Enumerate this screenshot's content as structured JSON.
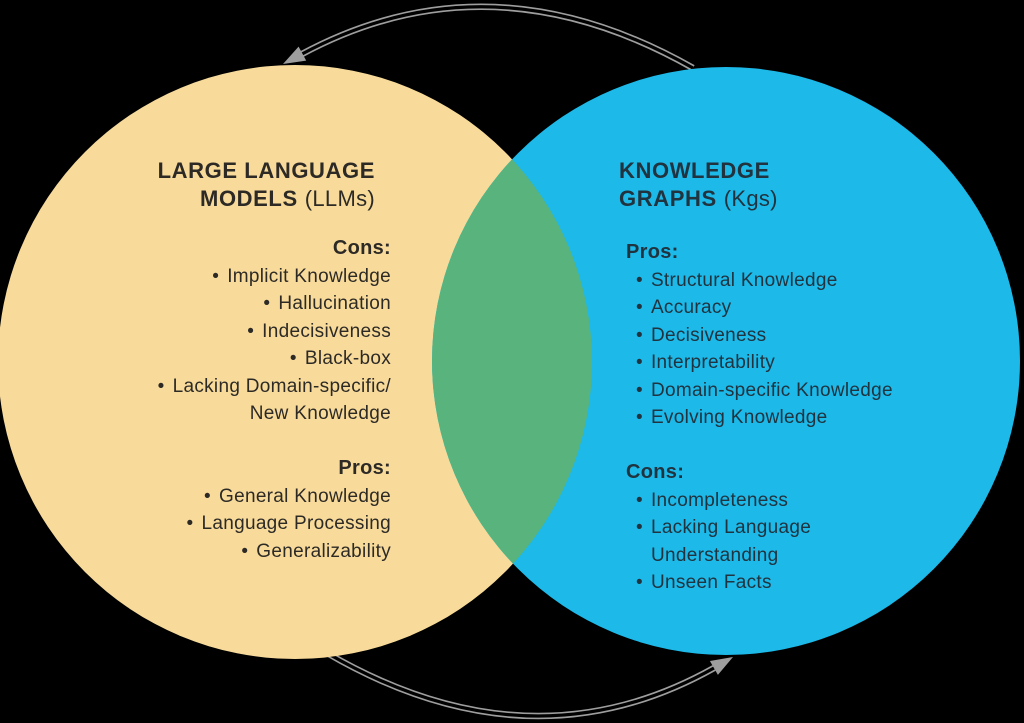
{
  "bullet": "•",
  "colors": {
    "background": "#000000",
    "left_circle": "#F8DB9B",
    "right_circle": "#1CB9E9",
    "overlap": "#58B47C",
    "arrow": "#9E9E9E",
    "text_left": "#2D2A26",
    "text_right": "#20333E"
  },
  "left": {
    "title_line1": "LARGE LANGUAGE",
    "title_line2_bold": "MODELS",
    "title_line2_suffix": "(LLMs)",
    "cons_label": "Cons:",
    "cons": [
      "Implicit Knowledge",
      "Hallucination",
      "Indecisiveness",
      "Black-box",
      "Lacking Domain-specific/\nNew Knowledge"
    ],
    "pros_label": "Pros:",
    "pros": [
      "General Knowledge",
      "Language Processing",
      "Generalizability"
    ]
  },
  "right": {
    "title_line1": "KNOWLEDGE",
    "title_line2_bold": "GRAPHS",
    "title_line2_suffix": "(Kgs)",
    "pros_label": "Pros:",
    "pros": [
      "Structural Knowledge",
      "Accuracy",
      "Decisiveness",
      "Interpretability",
      "Domain-specific Knowledge",
      "Evolving Knowledge"
    ],
    "cons_label": "Cons:",
    "cons": [
      "Incompleteness",
      "Lacking Language\nUnderstanding",
      "Unseen Facts"
    ]
  }
}
